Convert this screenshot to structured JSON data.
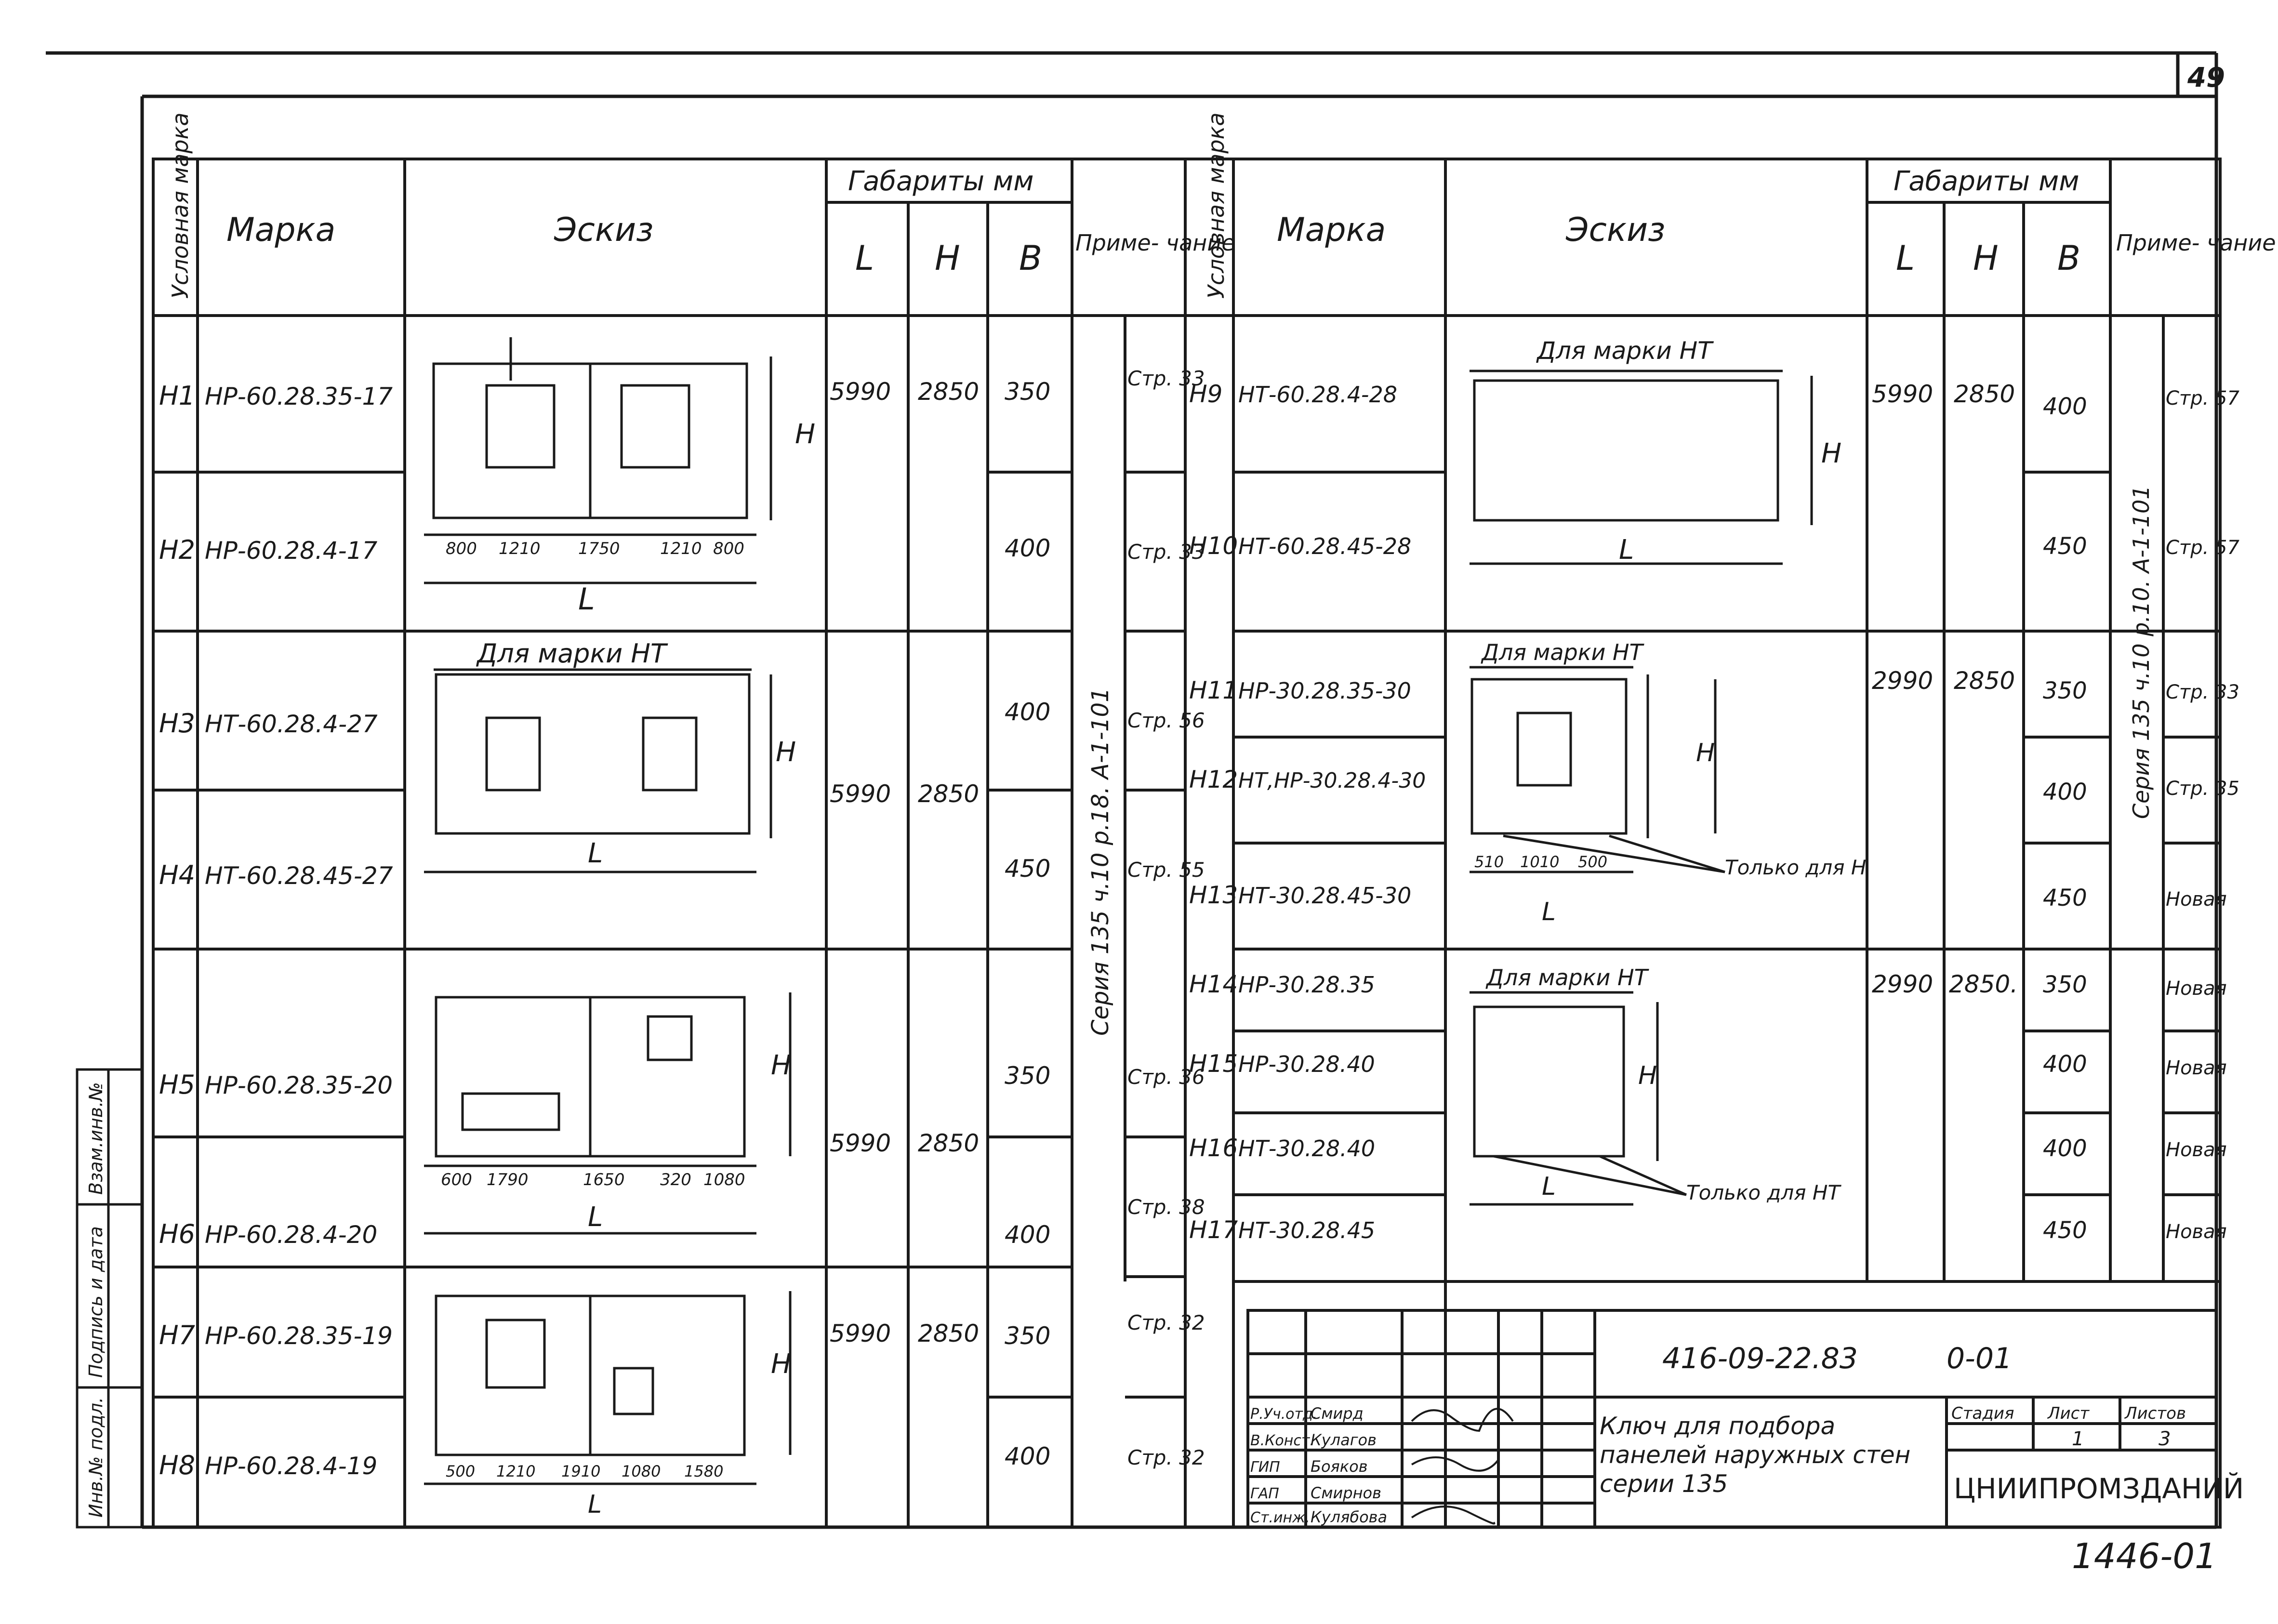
{
  "sheet_number": "49",
  "headers": {
    "left": {
      "code": "Условная марка",
      "mark": "Марка",
      "sketch": "Эскиз",
      "dims_title": "Габариты мм",
      "L": "L",
      "H": "H",
      "B": "B",
      "note": "Приме- чание"
    },
    "right": {
      "code": "Условная марка",
      "mark": "Марка",
      "sketch": "Эскиз",
      "dims_title": "Габариты мм",
      "L": "L",
      "H": "H",
      "B": "B",
      "note": "Приме- чание"
    }
  },
  "left_rows": [
    {
      "code": "Н1",
      "mark": "НР-60.28.35-17",
      "b": "350"
    },
    {
      "code": "Н2",
      "mark": "НР-60.28.4-17",
      "b": "400"
    },
    {
      "code": "Н3",
      "mark": "НТ-60.28.4-27",
      "b": "400"
    },
    {
      "code": "Н4",
      "mark": "НТ-60.28.45-27",
      "b": "450"
    },
    {
      "code": "Н5",
      "mark": "НР-60.28.35-20",
      "b": "350"
    },
    {
      "code": "Н6",
      "mark": "НР-60.28.4-20",
      "b": "400"
    },
    {
      "code": "Н7",
      "mark": "НР-60.28.35-19",
      "b": "350"
    },
    {
      "code": "Н8",
      "mark": "НР-60.28.4-19",
      "b": "400"
    }
  ],
  "left_groups": [
    {
      "l": "5990",
      "h": "2850"
    },
    {
      "l": "5990",
      "h": "2850"
    },
    {
      "l": "5990",
      "h": "2850"
    },
    {
      "l": "5990",
      "h": "2850"
    }
  ],
  "left_notes": [
    "Стр. 33",
    "Стр. 33",
    "Стр. 56",
    "Стр. 55",
    "Стр. 36",
    "Стр. 38",
    "Стр. 32",
    "Стр. 32"
  ],
  "left_series": "Серия 135 ч.10 р.18. А-1-101",
  "right_rows": [
    {
      "code": "Н9",
      "mark": "НТ-60.28.4-28",
      "b": "400"
    },
    {
      "code": "Н10",
      "mark": "НТ-60.28.45-28",
      "b": "450"
    },
    {
      "code": "Н11",
      "mark": "НР-30.28.35-30",
      "b": "350"
    },
    {
      "code": "Н12",
      "mark": "НТ,НР-30.28.4-30",
      "b": "400"
    },
    {
      "code": "Н13",
      "mark": "НТ-30.28.45-30",
      "b": "450"
    },
    {
      "code": "Н14",
      "mark": "НР-30.28.35",
      "b": "350"
    },
    {
      "code": "Н15",
      "mark": "НР-30.28.40",
      "b": "400"
    },
    {
      "code": "Н16",
      "mark": "НТ-30.28.40",
      "b": "400"
    },
    {
      "code": "Н17",
      "mark": "НТ-30.28.45",
      "b": "450"
    }
  ],
  "right_groups": [
    {
      "l": "5990",
      "h": "2850"
    },
    {
      "l": "2990",
      "h": "2850"
    },
    {
      "l": "2990",
      "h": "2850."
    }
  ],
  "right_notes": [
    "Стр. 57",
    "Стр. 57",
    "Стр. 33",
    "Стр. 35",
    "Новая",
    "Новая",
    "Новая",
    "Новая",
    "Новая"
  ],
  "right_series": "Серия 135 ч.10 р.10. А-1-101",
  "sketch_text": {
    "for_nt": "Для марки НТ",
    "only_h": "Только для Н",
    "only_nt": "Только для НТ",
    "L": "L",
    "H": "H",
    "dims_h1": [
      "800",
      "1210",
      "1750",
      "1210",
      "800"
    ],
    "dims_h5": [
      "600",
      "1790",
      "1650",
      "320",
      "1080"
    ],
    "dims_h7": [
      "500",
      "1210",
      "1910",
      "1080",
      "1580"
    ],
    "dims_h11": [
      "510",
      "1010",
      "500"
    ]
  },
  "title_block": {
    "doc_code": "416-09-22.83",
    "sheet_code": "0-01",
    "roles": [
      "Р.Уч.отд.",
      "В.Конст.",
      "ГИП",
      "ГАП",
      "Ст.инж."
    ],
    "names": [
      "Смирд",
      "Кулагов",
      "Бояков",
      "Смирнов",
      "Кулябова"
    ],
    "title": "Ключ для подбора панелей наружных стен серии 135",
    "stage_label": "Стадия",
    "sheet_label": "Лист",
    "sheets_label": "Листов",
    "sheet_value": "1",
    "sheets_value": "3",
    "org": "ЦНИИПРОМЗДАНИЙ",
    "archive": "1446-01"
  },
  "side_stamp": [
    "Инв.№ подл.",
    "Подпись и дата",
    "Взам.инв.№"
  ]
}
